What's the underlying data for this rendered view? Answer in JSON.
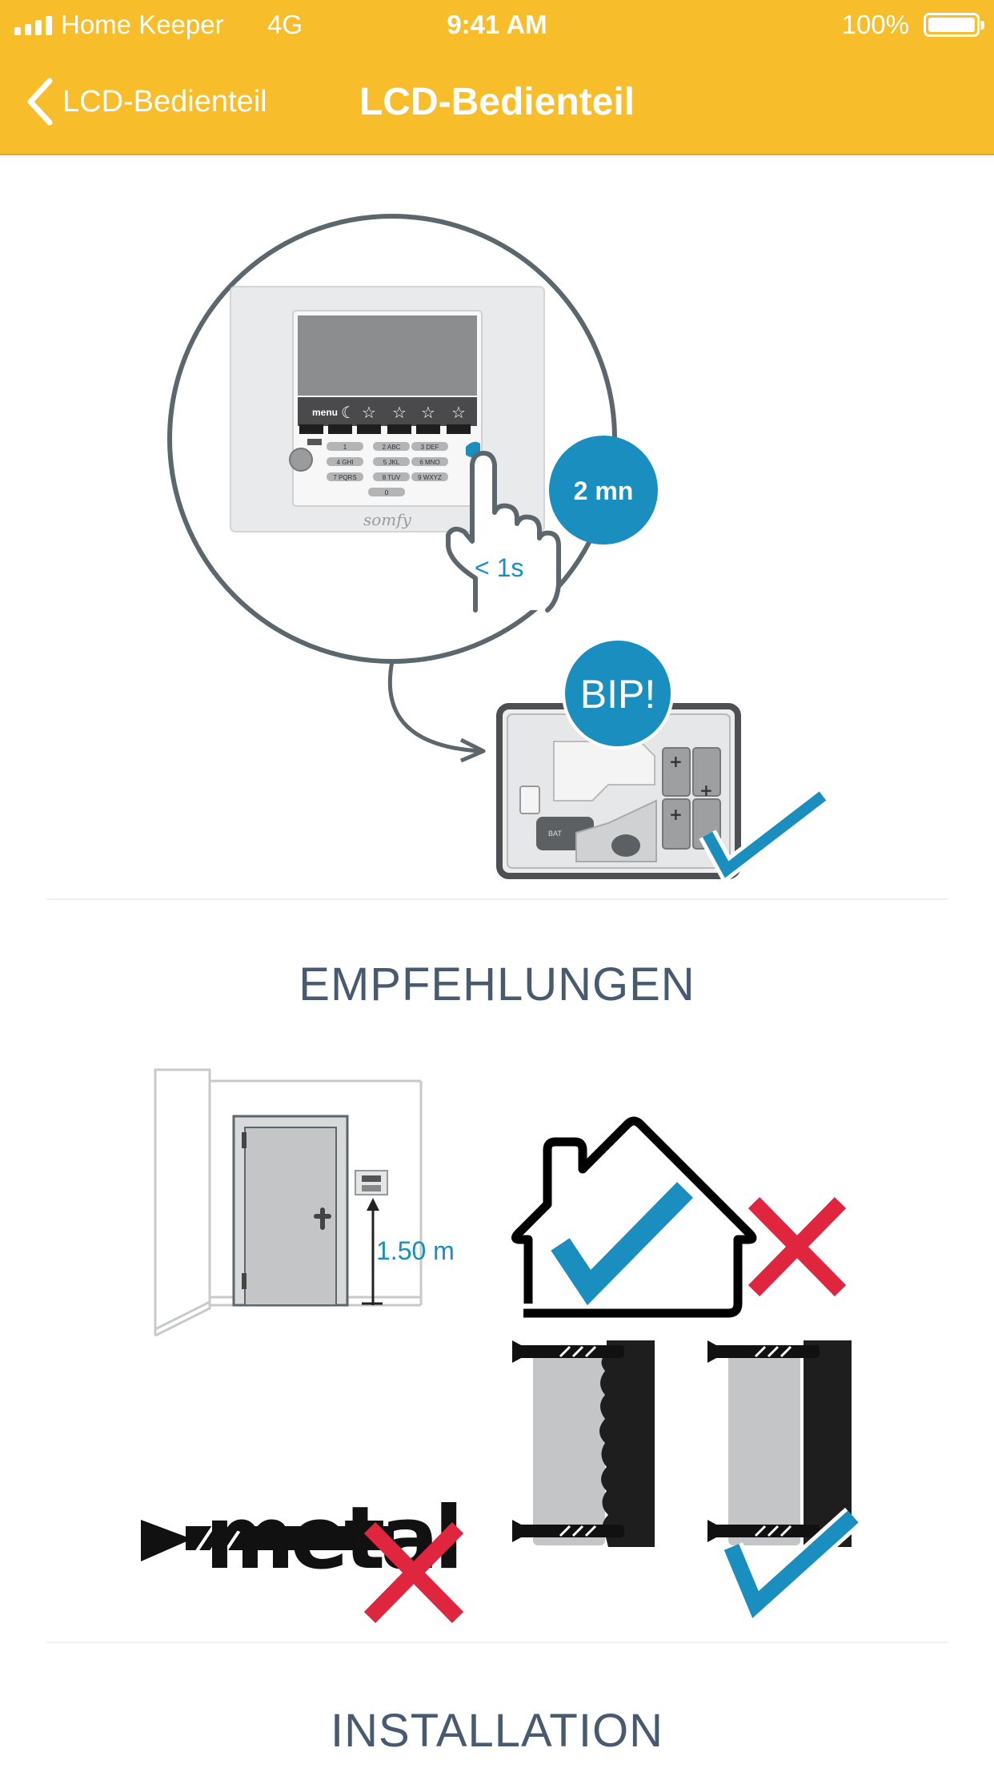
{
  "status_bar": {
    "carrier": "Home Keeper",
    "network": "4G",
    "time": "9:41 AM",
    "battery": "100%"
  },
  "nav": {
    "back_label": "LCD-Bedienteil",
    "title": "LCD-Bedienteil"
  },
  "illustration_1": {
    "keypad_menu": "menu",
    "keypad_brand": "somfy",
    "press_duration": "< 1s",
    "timer_badge": "2 mn",
    "beep_badge": "BIP!",
    "keys": [
      "1",
      "2 ABC",
      "3 DEF",
      "4 GHI",
      "5 JKL",
      "6 MNO",
      "7 PQRS",
      "8 TUV",
      "9 WXYZ",
      "0"
    ]
  },
  "sections": {
    "recommendations": "EMPFEHLUNGEN",
    "installation": "INSTALLATION"
  },
  "illustration_2": {
    "height_label": "1.50 m",
    "metal_label": "metal"
  },
  "colors": {
    "header": "#f7bd2b",
    "accent_blue": "#1a8fbf",
    "cross_red": "#e0263f",
    "title_gray": "#475a70"
  }
}
